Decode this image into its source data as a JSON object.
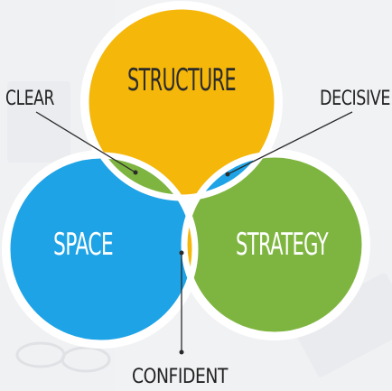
{
  "diagram": {
    "circles": {
      "top": {
        "label": "STRUCTURE",
        "color": "#f5b70a"
      },
      "left": {
        "label": "SPACE",
        "color": "#1ea3e6"
      },
      "right": {
        "label": "STRATEGY",
        "color": "#7eb540"
      }
    },
    "overlaps": {
      "top_left": {
        "label": "CLEAR",
        "color": "#7eb540"
      },
      "top_right": {
        "label": "DECISIVE",
        "color": "#1ea3e6"
      },
      "left_right": {
        "label": "CONFIDENT",
        "color": "#f5b70a"
      }
    },
    "center_color": "#d9d9d9",
    "outline_color": "#ffffff"
  }
}
